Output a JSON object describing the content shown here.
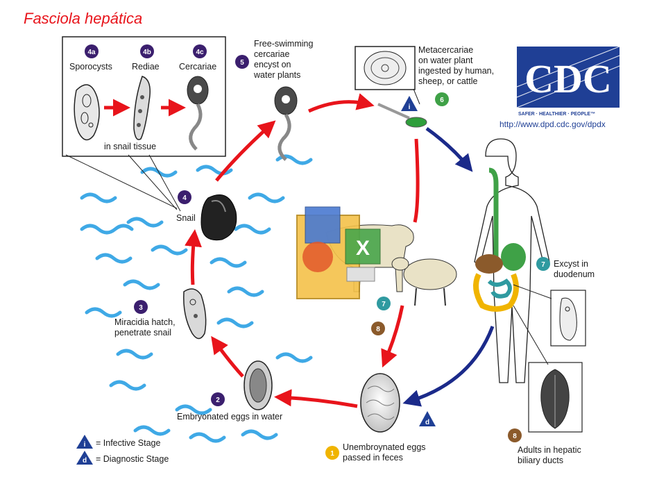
{
  "title": "Fasciola hepática",
  "cdc": {
    "logo_text": "CDC",
    "tagline": "SAFER · HEALTHIER · PEOPLE™",
    "url": "http://www.dpd.cdc.gov/dpdx"
  },
  "snail_box": {
    "stage_4a": {
      "badge": "4a",
      "label": "Sporocysts"
    },
    "stage_4b": {
      "badge": "4b",
      "label": "Rediae"
    },
    "stage_4c": {
      "badge": "4c",
      "label": "Cercariae"
    },
    "caption": "in snail tissue"
  },
  "stages": {
    "s5": {
      "badge": "5",
      "lines": [
        "Free-swimming",
        "cercariae",
        "encyst on",
        "water plants"
      ]
    },
    "s6": {
      "badge": "6",
      "lines": [
        "Metacercariae",
        "on water plant",
        "ingested by human,",
        "sheep, or cattle"
      ]
    },
    "s4": {
      "badge": "4",
      "label": "Snail"
    },
    "s3": {
      "badge": "3",
      "lines": [
        "Miracidia hatch,",
        "penetrate snail"
      ]
    },
    "s2": {
      "badge": "2",
      "label": "Embryonated eggs in water"
    },
    "s1": {
      "badge": "1",
      "lines": [
        "Unembroynated eggs",
        "passed in feces"
      ]
    },
    "s7_human": {
      "badge": "7",
      "lines": [
        "Excyst in",
        "duodenum"
      ]
    },
    "s7_animal": {
      "badge": "7"
    },
    "s8_animal": {
      "badge": "8"
    },
    "s8_human": {
      "badge": "8",
      "lines": [
        "Adults in hepatic",
        "biliary ducts"
      ]
    }
  },
  "markers": {
    "infective": "i",
    "diagnostic": "d"
  },
  "legend": {
    "infective": "= Infective Stage",
    "diagnostic": "= Diagnostic Stage"
  },
  "colors": {
    "title": "#e8141b",
    "arrow_red": "#e8141b",
    "arrow_blue": "#1b2a8a",
    "water": "#3fa9e6",
    "badge_purple": "#3b1f6e",
    "badge_green": "#3fa147",
    "badge_teal": "#2f9aa0",
    "badge_brown": "#8b5a2b",
    "badge_yellow": "#f0b400",
    "cdc_blue": "#1f3f95"
  }
}
